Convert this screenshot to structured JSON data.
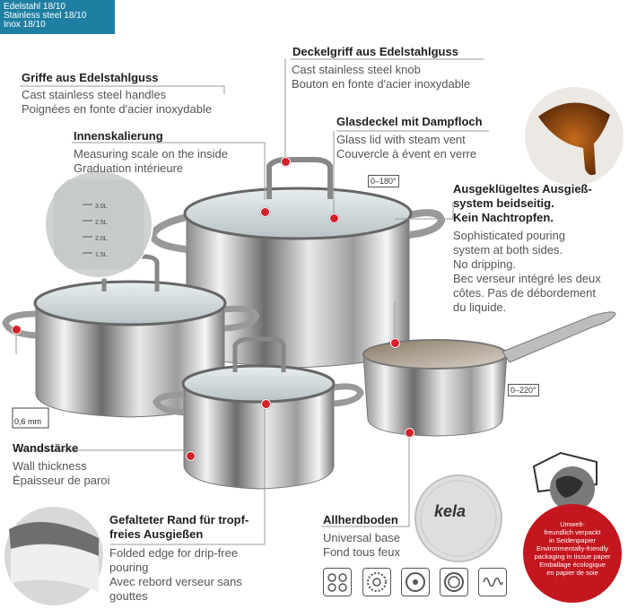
{
  "badge": {
    "line1": "Edelstahl 18/10",
    "line2": "Stainless steel 18/10",
    "line3": "Inox 18/10"
  },
  "knob": {
    "title": "Deckelgriff aus Edelstahlguss",
    "en": "Cast stainless steel knob",
    "fr": "Bouton en fonte d'acier inoxydable"
  },
  "handles": {
    "title": "Griffe aus Edelstahlguss",
    "en": "Cast stainless steel handles",
    "fr": "Poignées en fonte d'acier inoxydable"
  },
  "lid": {
    "title": "Glasdeckel mit Dampfloch",
    "en": "Glass lid with steam vent",
    "fr": "Couvercle à évent en verre"
  },
  "scale": {
    "title": "Innenskalierung",
    "en": "Measuring scale on the inside",
    "fr": "Graduation intérieure",
    "marks": [
      "3.0L",
      "2.5L",
      "2.0L",
      "1.5L"
    ]
  },
  "pouring": {
    "title1": "Ausgeklügeltes Ausgieß-",
    "title2": "system beidseitig.",
    "title3": "Kein Nachtropfen.",
    "en1": "Sophisticated pouring",
    "en2": "system at both sides.",
    "en3": "No dripping.",
    "fr1": "Bec verseur intégré les deux",
    "fr2": "côtes. Pas de débordement",
    "fr3": "du liquide."
  },
  "temp_lid": "0–180°",
  "temp_pan": "0–220°",
  "thickness": {
    "value": "0,6 mm",
    "title": "Wandstärke",
    "en": "Wall thickness",
    "fr": "Épaisseur de paroi"
  },
  "rim": {
    "title1": "Gefalteter Rand für tropf-",
    "title2": "freies Ausgießen",
    "en1": "Folded edge for drip-free",
    "en2": "pouring",
    "fr1": "Avec rebord verseur sans",
    "fr2": "gouttes"
  },
  "base": {
    "title": "Allherdboden",
    "en": "Universal base",
    "fr": "Fond tous feux",
    "brand": "kela"
  },
  "eco": {
    "l1": "Umwelt-",
    "l2": "freundlich verpackt",
    "l3": "in Seidenpapier",
    "l4": "Environmentally-friendly",
    "l5": "packaging in tissue paper",
    "l6": "Emballage écologique",
    "l7": "en papier de soie"
  },
  "colors": {
    "accent": "#d4202a",
    "badge": "#1f7fa3"
  }
}
